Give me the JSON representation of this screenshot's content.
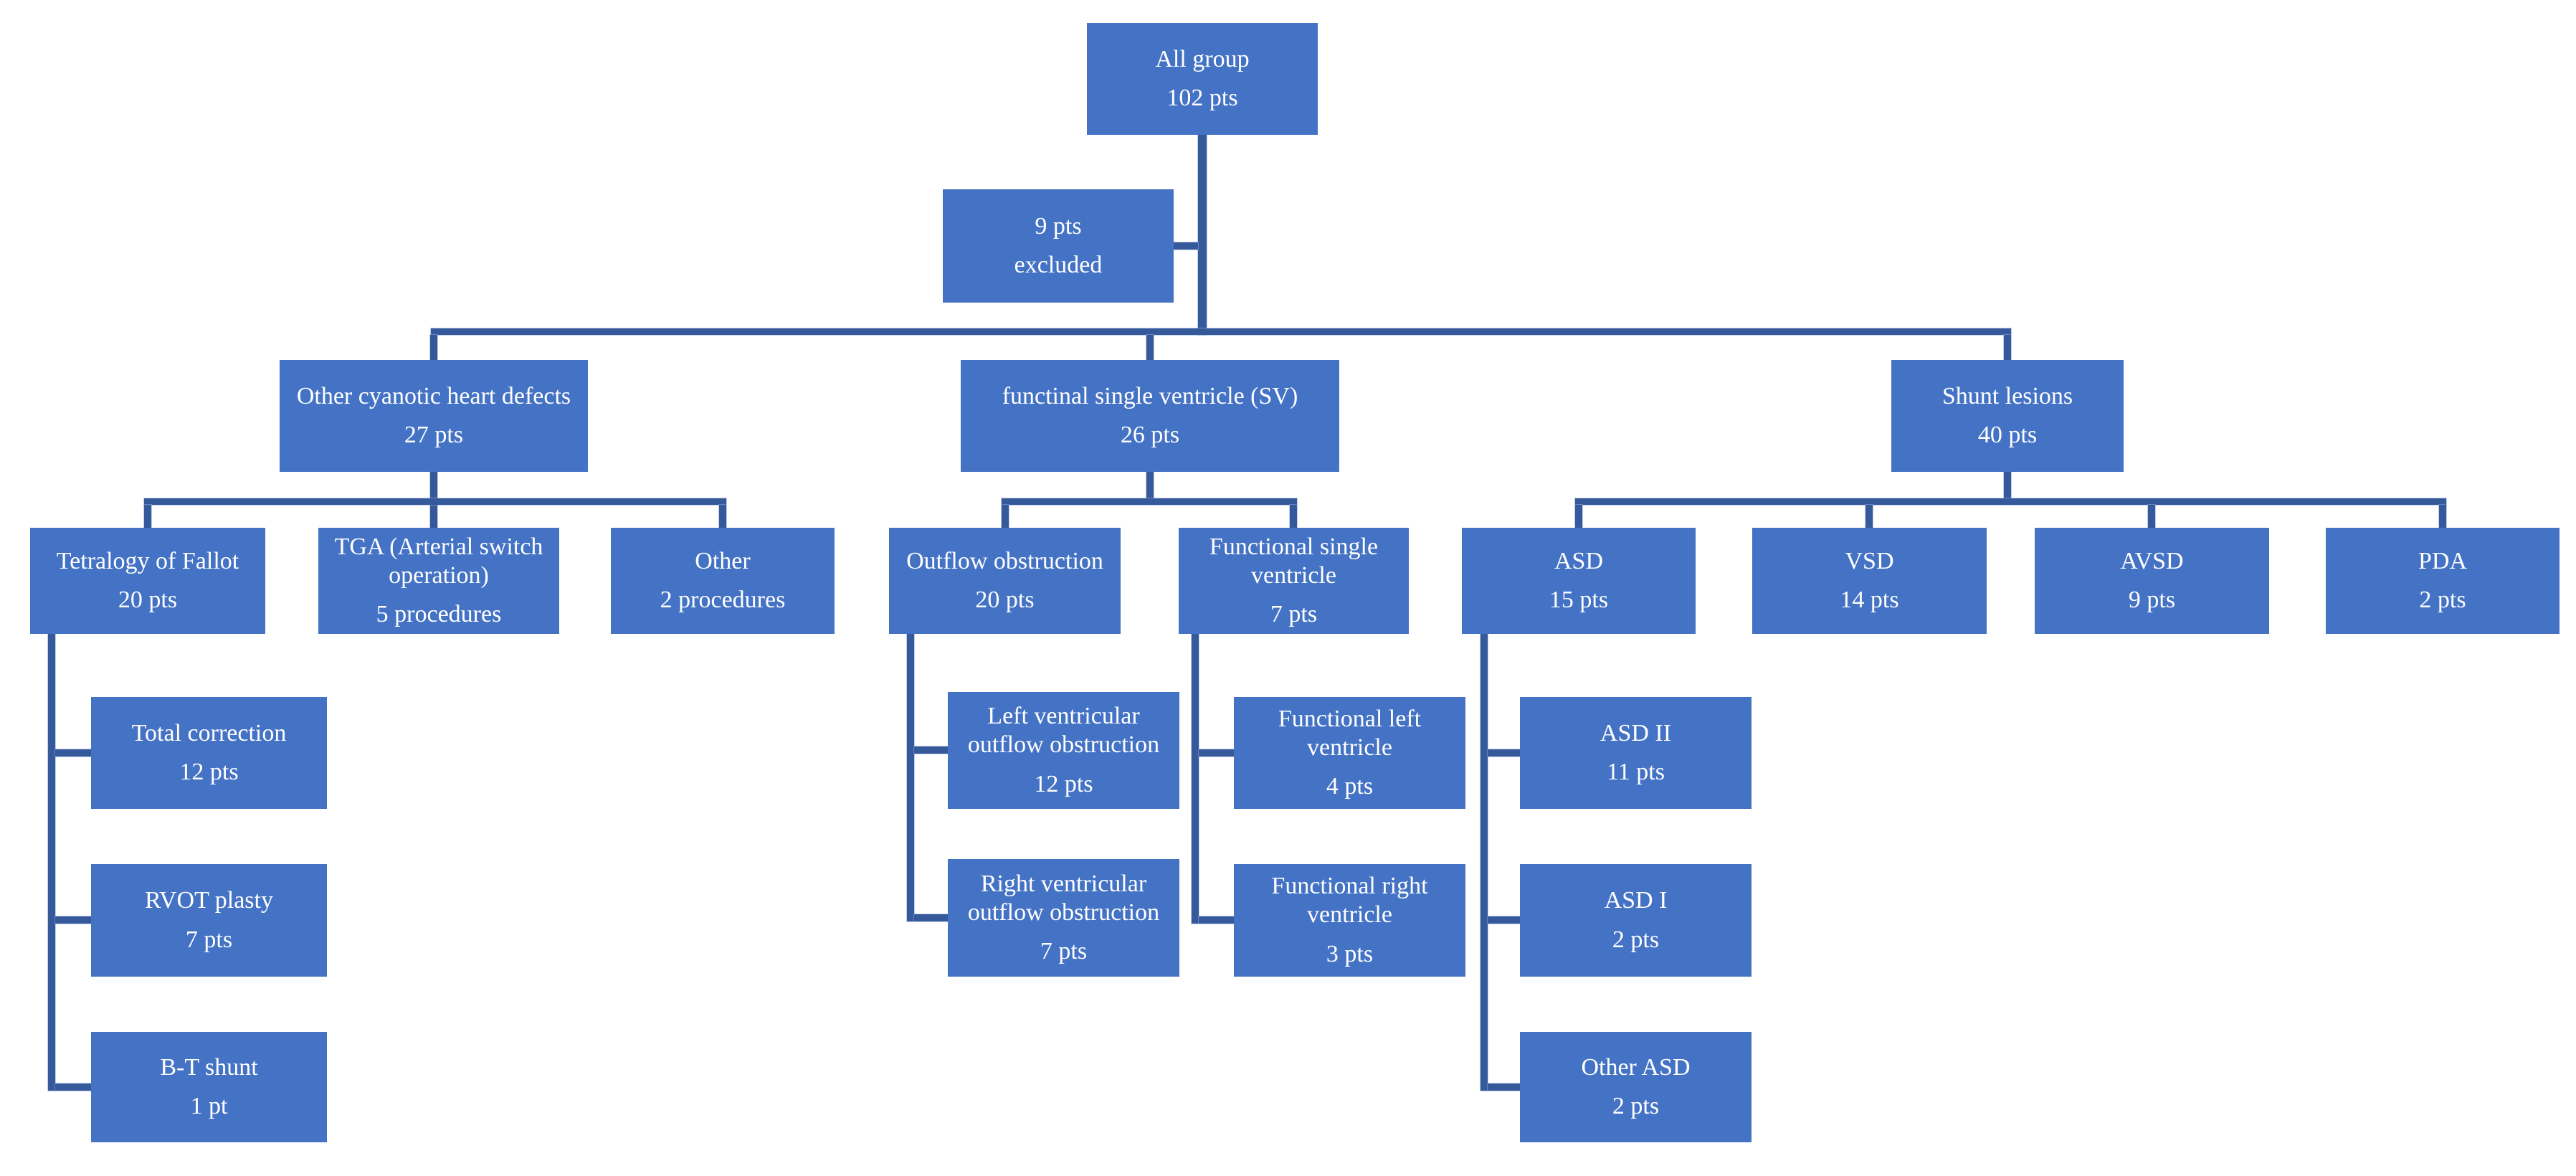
{
  "diagram": {
    "type": "flowchart",
    "colors": {
      "box_fill": "#4472C4",
      "line": "#35599B",
      "text": "#FFFFFF",
      "background": "#FFFFFF"
    },
    "nodes": {
      "all_group": {
        "label": "All group",
        "count": "102 pts"
      },
      "excluded": {
        "label": "9 pts",
        "count": "excluded"
      },
      "other_cyanotic": {
        "label": "Other cyanotic heart defects",
        "count": "27 pts"
      },
      "functional_sv_group": {
        "label": "functinal single  ventricle (SV)",
        "count": "26  pts"
      },
      "shunt_lesions": {
        "label": "Shunt lesions",
        "count": "40 pts"
      },
      "tof": {
        "label": "Tetralogy of Fallot",
        "count": "20 pts"
      },
      "tga": {
        "label": "TGA (Arterial switch operation)",
        "count": "5 procedures"
      },
      "other": {
        "label": "Other",
        "count": "2 procedures"
      },
      "outflow_obstruction": {
        "label": "Outflow obstruction",
        "count": "20 pts"
      },
      "functional_single_ventricle": {
        "label": "Functional single ventricle",
        "count": "7 pts"
      },
      "asd": {
        "label": "ASD",
        "count": "15 pts"
      },
      "vsd": {
        "label": "VSD",
        "count": "14 pts"
      },
      "avsd": {
        "label": "AVSD",
        "count": "9 pts"
      },
      "pda": {
        "label": "PDA",
        "count": "2 pts"
      },
      "total_correction": {
        "label": "Total correction",
        "count": "12 pts"
      },
      "rvot_plasty": {
        "label": "RVOT plasty",
        "count": "7 pts"
      },
      "bt_shunt": {
        "label": "B-T shunt",
        "count": "1 pt"
      },
      "lv_outflow": {
        "label": "Left ventricular outflow obstruction",
        "count": "12  pts"
      },
      "rv_outflow": {
        "label": "Right ventricular outflow obstruction",
        "count": "7 pts"
      },
      "func_left_ventricle": {
        "label": "Functional left ventricle",
        "count": "4 pts"
      },
      "func_right_ventricle": {
        "label": "Functional right ventricle",
        "count": "3 pts"
      },
      "asd_ii": {
        "label": "ASD II",
        "count": "11 pts"
      },
      "asd_i": {
        "label": "ASD I",
        "count": "2 pts"
      },
      "other_asd": {
        "label": "Other ASD",
        "count": "2 pts"
      }
    }
  }
}
